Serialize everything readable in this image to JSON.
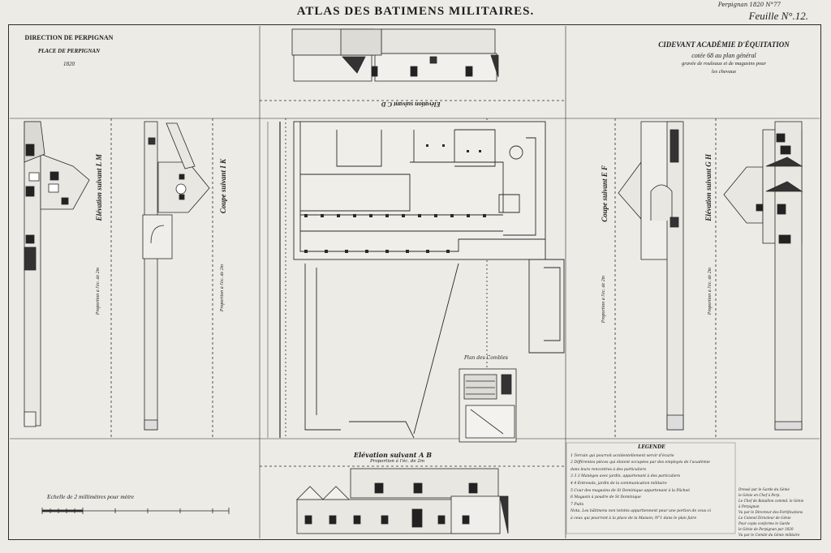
{
  "header": {
    "title": "ATLAS DES BATIMENS MILITAIRES.",
    "sheet_code": "Perpignan 1820 N°77",
    "sheet_number": "Feuille N°.12."
  },
  "left_header": {
    "direction": "DIRECTION DE PERPIGNAN",
    "place": "PLACE DE PERPIGNAN",
    "year": "1820"
  },
  "right_header": {
    "building": "CIDEVANT ACADÉMIE D'ÉQUITATION",
    "plan_ref": "cotée 68 au plan général",
    "use_line1": "gravée de rouleaux et de magasins pour",
    "use_line2": "les chevaux"
  },
  "drawing_labels": {
    "elevation_lm": "Elévation suivant L M",
    "section_ik": "Coupe suivant I K",
    "elevation_cd": "Elévation suivant C D",
    "section_ef": "Coupe suivant E F",
    "elevation_gh": "Elévation suivant G H",
    "elevation_ab": "Elévation suivant A B",
    "crypt_plan": "Plan des Combles",
    "scale_note": "Echelle de 2 millimètres pour mètre",
    "scale_lm": "Proportion à l'éc. de 2m",
    "scale_ik": "Proportion à l'éc. de 2m",
    "scale_ef": "Proportion à l'éc. de 2m",
    "scale_gh": "Proportion à l'éc. de 2m",
    "scale_ab": "Proportion à l'éc. de 2m"
  },
  "legend": {
    "title": "LEGENDE",
    "items": [
      "1   Terrain qui pourroit accidentellement servir d'écurie",
      "2   Différentes pièces qui étoient occupées par des employés de l'académie",
      "      dans leurs rencontres à des particuliers",
      "3 3 3  Manèges avec jardin, appartenant à des particuliers",
      "4 4   Entresols, jardin de la communication militaire",
      "5   Cour des magasins de St Dominique appartenant à la Pâcheé",
      "6   Magasin à poudre de St Dominique",
      "7   Puits",
      "Nota. Les bâtimens non teintés appartiennent pour une portion de ceux-ci",
      "à ceux qui pourront à la place de la Maison; N°1 dans le plan faire"
    ]
  },
  "notes": [
    "Dressé par le Garde du Génie",
    "le Génie en Chef à Perp.",
    "Le Chef de Bataillon commd. le Génie",
    "à Perpignan",
    "Vu par le Directeur des Fortifications",
    "Le Colonel Directeur de Génie",
    "Pour copie conforme le Garde",
    "le Génie de Perpignan par 1820",
    "Vu par le Comité du Génie militaire"
  ],
  "colors": {
    "paper": "#ecebe6",
    "ink": "#1e1e1e",
    "light_ink": "#555555"
  }
}
